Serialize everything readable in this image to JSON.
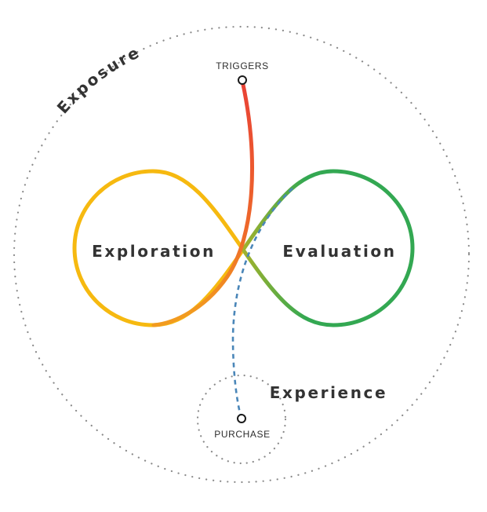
{
  "labels": {
    "exposure": "Exposure",
    "exploration": "Exploration",
    "evaluation": "Evaluation",
    "experience": "Experience",
    "triggers": "TRIGGERS",
    "purchase": "PURCHASE"
  },
  "colors": {
    "loop_yellow": "#F6B910",
    "loop_green": "#33A852",
    "trigger_path": "#E94335",
    "purchase_path": "#4A86B8",
    "dotted_boundary": "#8A8A8A",
    "text": "#333333"
  }
}
